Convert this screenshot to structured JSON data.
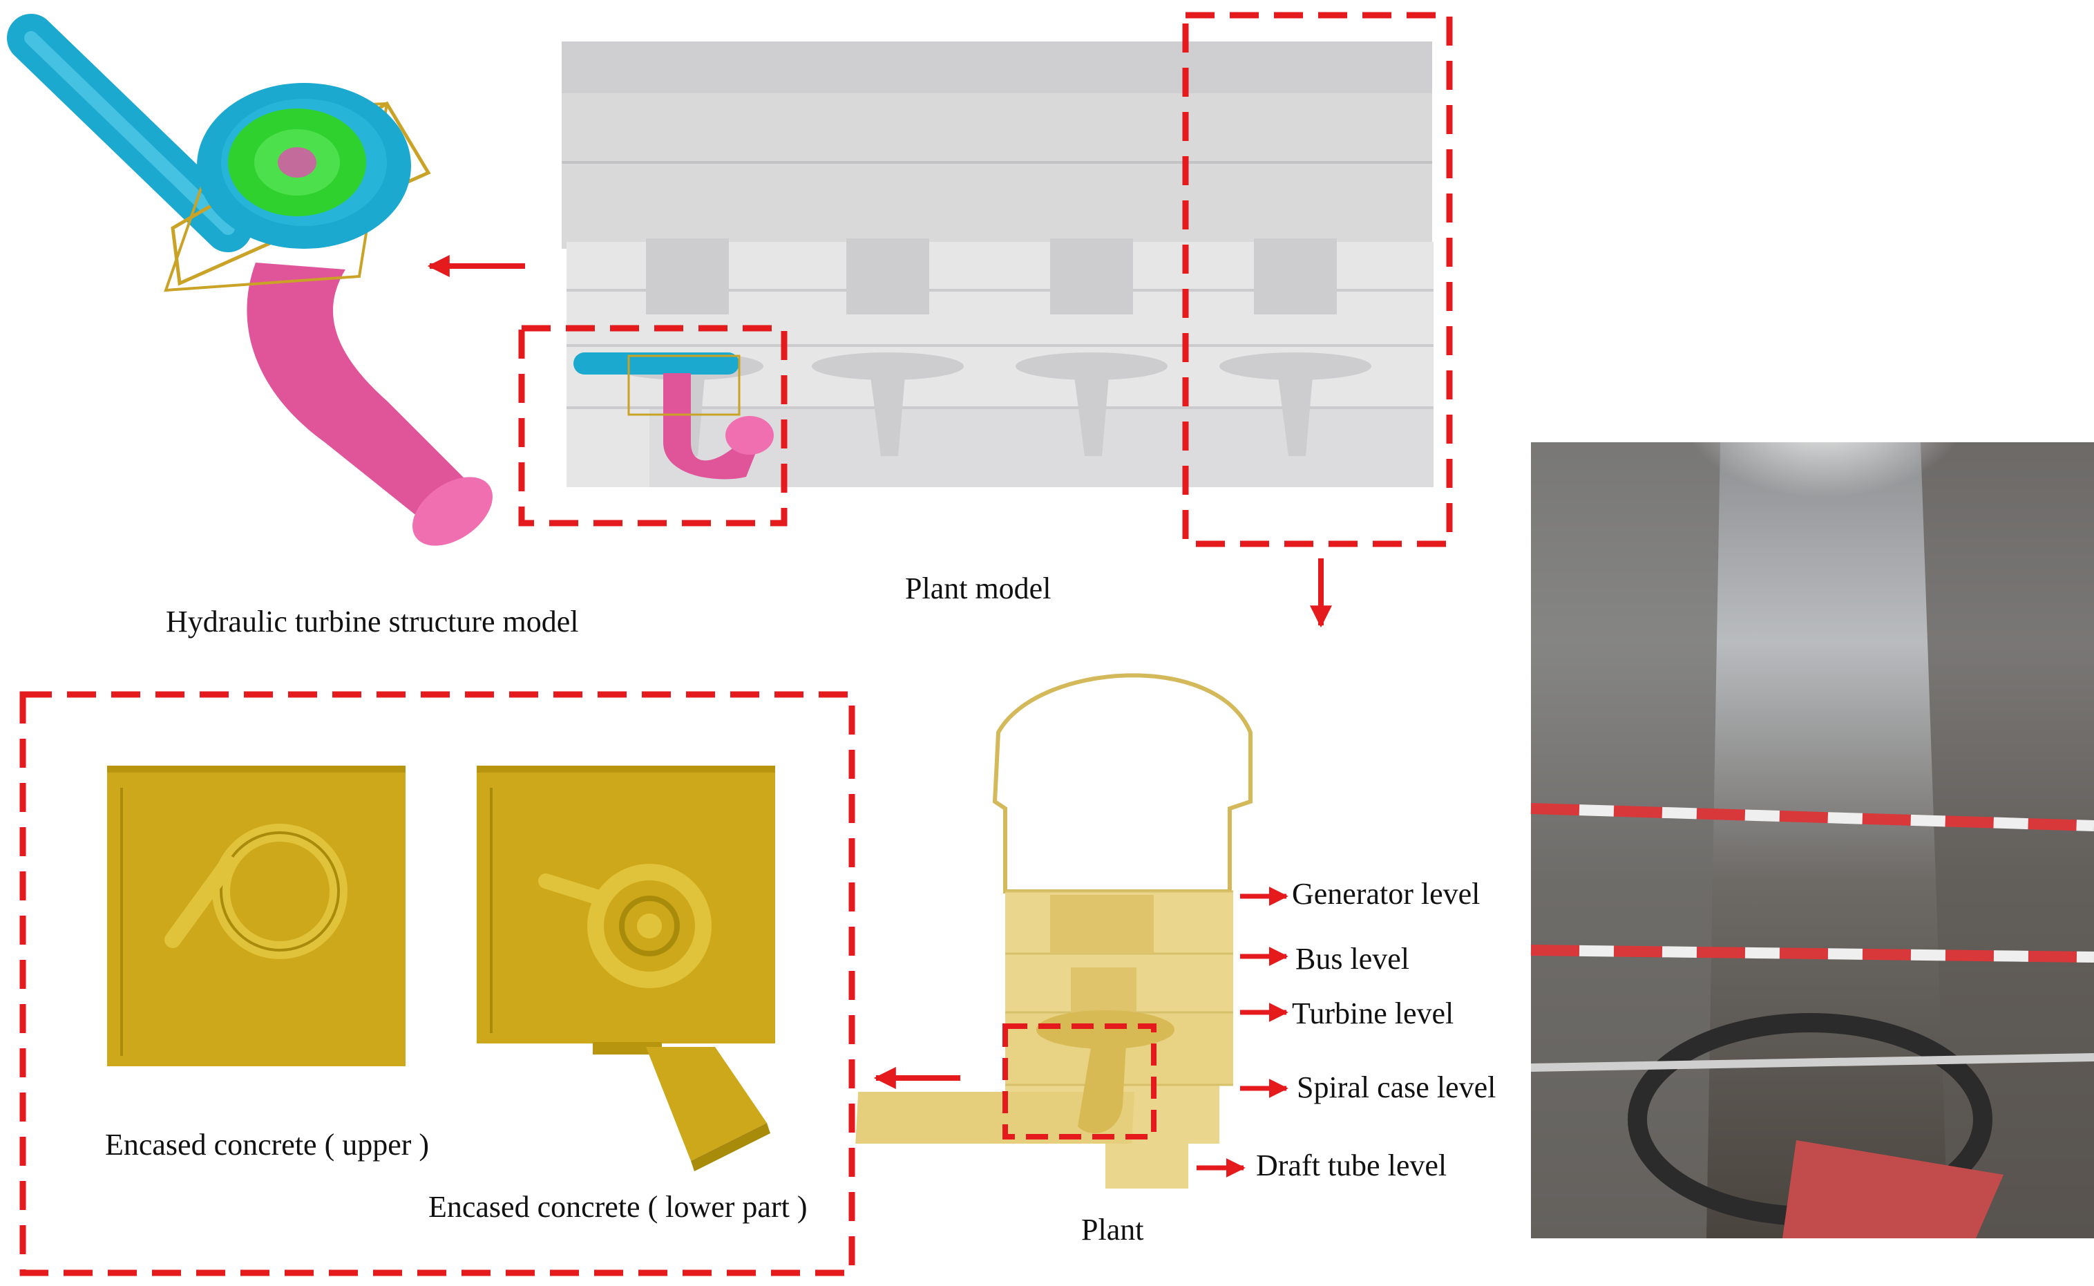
{
  "labels": {
    "turbine_model": "Hydraulic turbine structure model",
    "plant_model": "Plant model",
    "encased_upper": "Encased concrete ( upper )",
    "encased_lower": "Encased concrete ( lower part )",
    "plant": "Plant"
  },
  "levels": [
    "Generator level",
    "Bus level",
    "Turbine level",
    "Spiral case level",
    "Draft tube level"
  ],
  "colors": {
    "highlight_box": "#e41a1c",
    "arrow": "#e41a1c",
    "penstock": "#1ba9cf",
    "draft_tube": "#e0559a",
    "runner": "#2fd12f",
    "concrete": "#cda81a",
    "plant_gray": "#d9d9da"
  }
}
